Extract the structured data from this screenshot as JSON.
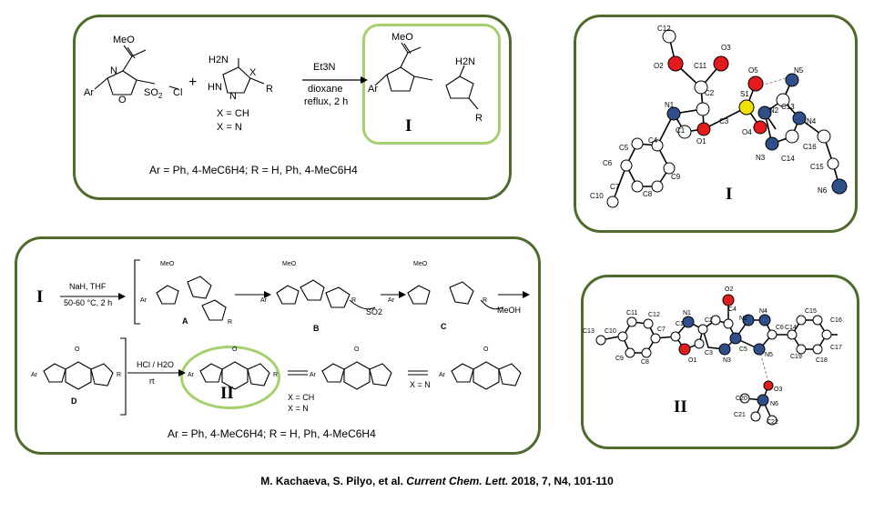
{
  "panel_tl": {
    "reagent_ester_label": "MeO",
    "ar_label": "Ar",
    "sulfonyl_label": "SO",
    "sulfonyl_sub": "2",
    "cl_label": "Cl",
    "n_label": "N",
    "o_label": "O",
    "plus": "+",
    "amine_label": "H2N",
    "hn_label": "HN",
    "x_label": "X",
    "r_label": "R",
    "x_option_1": "X = CH",
    "x_option_2": "X = N",
    "cond_reagent": "Et3N",
    "cond_solvent": "dioxane",
    "cond_temp": "reflux, 2 h",
    "product_label": "I",
    "substituents": "Ar = Ph, 4-MeC6H4;  R = H, Ph, 4-MeC6H4"
  },
  "panel_tr": {
    "compound_label": "I"
  },
  "panel_bl": {
    "start_label": "I",
    "cond_1": "NaH, THF",
    "cond_2": "50-60 °C, 2 h",
    "intermediate_a": "A",
    "intermediate_b": "B",
    "intermediate_c": "C",
    "intermediate_d": "D",
    "so2_label": "SO2",
    "meoh_label": "MeOH",
    "hcl_cond": "HCl / H2O",
    "rt_cond": "rt",
    "product_label": "II",
    "x_option_1": "X = CH",
    "x_option_2": "X = N",
    "x_eq_n": "X = N",
    "substituents": "Ar = Ph, 4-MeC6H4;  R = H, Ph, 4-MeC6H4"
  },
  "panel_br": {
    "compound_label": "II"
  },
  "caption": {
    "authors": "M. Kachaeva, S. Pilyo, et al.",
    "journal": "Current Chem. Lett.",
    "year": "2018",
    "details": ", 7, N4, 101-110"
  },
  "colors": {
    "frame": "#4e6b2c",
    "highlight": "#a6d06d",
    "nitrogen": "#2e4f8a",
    "oxygen": "#e41a1c",
    "sulfur": "#f0e000",
    "carbon": "#ffffff"
  }
}
